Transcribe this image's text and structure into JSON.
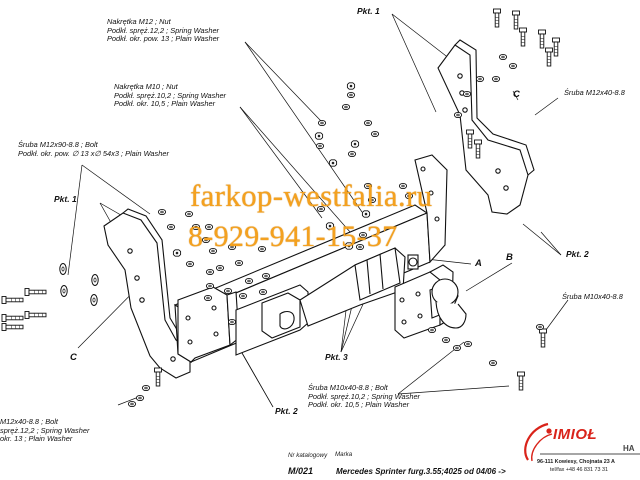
{
  "labels": {
    "nut_m12": [
      "Nakrętka  M12 ; Nut",
      "Podkł. spręż.12,2 ; Spring Washer",
      "Podkł. okr. pow. 13 ; Plain Washer"
    ],
    "nut_m10": [
      "Nakrętka  M10 ; Nut",
      "Podkł. spręż.10,2 ; Spring Washer",
      "Podkł. okr. 10,5 ; Plain Washer"
    ],
    "bolt_m12x90": [
      "Śruba M12x90-8.8 ;  Bolt",
      "Podkł. okr. pow. ∅ 13 x∅ 54x3 ; Plain Washer"
    ],
    "screw_m12x40_right": [
      "Śruba M12x40-8.8"
    ],
    "screw_m10x40_right": [
      "Śruba M10x40-8.8"
    ],
    "bolt_m10x40_bottom": [
      "Śruba M10x40-8.8 ;  Bolt",
      "Podkł. spręż.10,2 ; Spring Washer",
      "Podkł. okr. 10,5 ; Plain Washer"
    ],
    "bolt_m12x40_left": [
      "M12x40-8.8 ;  Bolt",
      "spręż.12,2 ; Spring Washer",
      "okr. 13 ; Plain Washer"
    ]
  },
  "points": {
    "pkt1_top": "Pkt. 1",
    "pkt1_left": "Pkt. 1",
    "pkt2_right": "Pkt. 2",
    "pkt2_bottom": "Pkt. 2",
    "pkt3": "Pkt. 3"
  },
  "letters": {
    "a": "A",
    "b": "B",
    "c_top": "C",
    "c_left": "C"
  },
  "watermark": {
    "site": "farkop-westfalia.ru",
    "phone": "8-929-941-15-37"
  },
  "footer": {
    "catalog_label": "Nr katalogowy",
    "brand_label": "Marka",
    "catalog_no": "M/021",
    "model": "Mercedes Sprinter furg.3.55;4025    od  04/06 ->",
    "brand": "IMIOŁ",
    "brand_sub": "HA",
    "address": "96-111 Kowiesy, Chojnata 23 A",
    "phone": "tel/fax +48 46 831 73 31"
  },
  "colors": {
    "watermark": "#f4a11f",
    "brand": "#d9231a",
    "line": "#111111"
  }
}
